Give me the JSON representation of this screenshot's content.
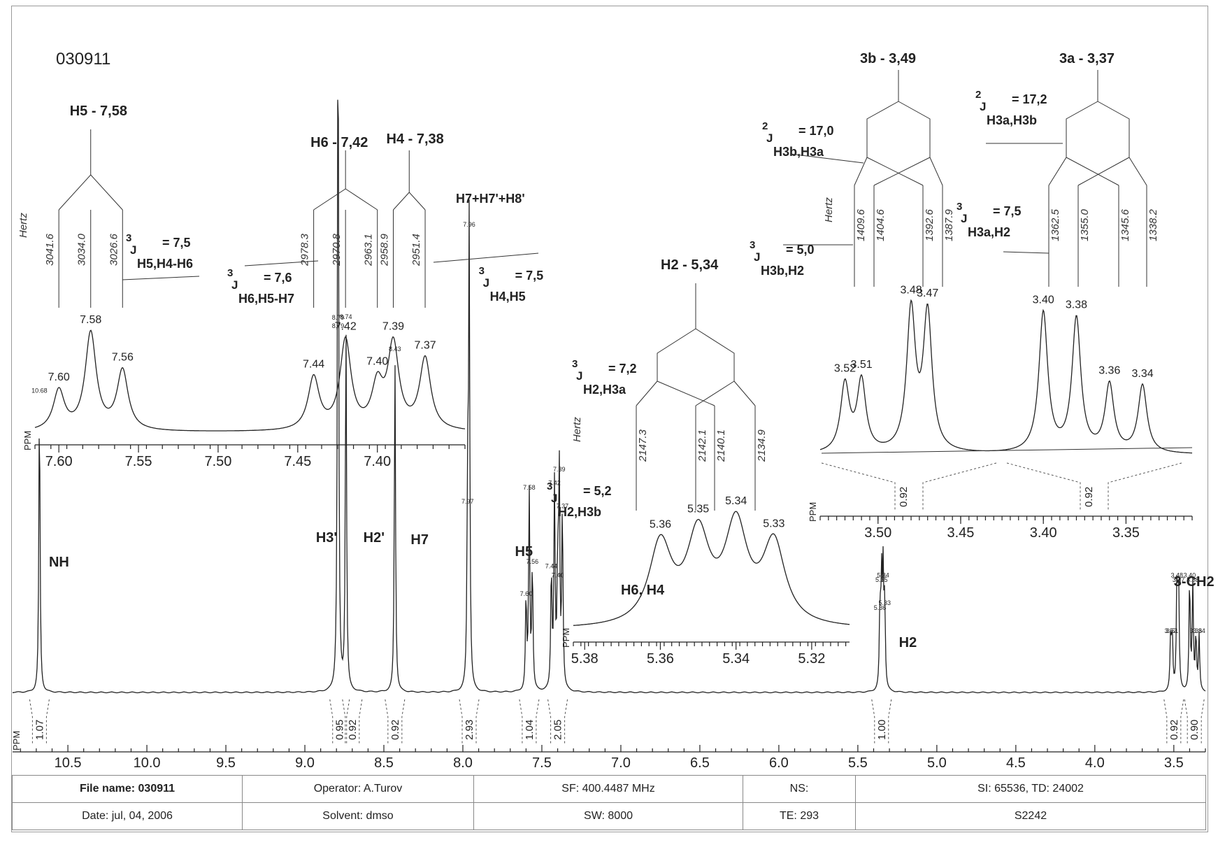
{
  "chart_data": {
    "type": "line",
    "title": "030911",
    "xlabel": "PPM",
    "xlim": [
      10.85,
      3.3
    ],
    "x_ticks": [
      "10.5",
      "10.0",
      "9.5",
      "9.0",
      "8.5",
      "8.0",
      "7.5",
      "7.0",
      "6.5",
      "6.0",
      "5.5",
      "5.0",
      "4.5",
      "4.0",
      "3.5"
    ],
    "peaks": [
      {
        "ppm": 10.68,
        "label": "10.68",
        "rel_height": 0.64
      },
      {
        "ppm": 8.79,
        "label": "8.79",
        "rel_height": 0.78
      },
      {
        "ppm": 8.79,
        "label": "8.79",
        "rel_height": 0.78
      },
      {
        "ppm": 8.74,
        "label": "8.74",
        "rel_height": 0.8
      },
      {
        "ppm": 8.43,
        "label": "8.43",
        "rel_height": 0.73
      },
      {
        "ppm": 7.97,
        "label": "7.97",
        "rel_height": 0.4
      },
      {
        "ppm": 7.96,
        "label": "7.96",
        "rel_height": 1.0
      },
      {
        "ppm": 7.6,
        "label": "7.60",
        "rel_height": 0.2
      },
      {
        "ppm": 7.58,
        "label": "7.58",
        "rel_height": 0.43
      },
      {
        "ppm": 7.56,
        "label": "7.56",
        "rel_height": 0.27
      },
      {
        "ppm": 7.44,
        "label": "7.44",
        "rel_height": 0.26
      },
      {
        "ppm": 7.42,
        "label": "7.42",
        "rel_height": 0.44
      },
      {
        "ppm": 7.4,
        "label": "7.40",
        "rel_height": 0.24
      },
      {
        "ppm": 7.39,
        "label": "7.39",
        "rel_height": 0.47
      },
      {
        "ppm": 7.37,
        "label": "7.37",
        "rel_height": 0.39
      },
      {
        "ppm": 5.36,
        "label": "5.36",
        "rel_height": 0.17
      },
      {
        "ppm": 5.35,
        "label": "5.35",
        "rel_height": 0.23
      },
      {
        "ppm": 5.34,
        "label": "5.34",
        "rel_height": 0.24
      },
      {
        "ppm": 5.33,
        "label": "5.33",
        "rel_height": 0.18
      },
      {
        "ppm": 3.52,
        "label": "3.52",
        "rel_height": 0.12
      },
      {
        "ppm": 3.51,
        "label": "3.51",
        "rel_height": 0.12
      },
      {
        "ppm": 3.48,
        "label": "3.48",
        "rel_height": 0.24
      },
      {
        "ppm": 3.47,
        "label": "3.47",
        "rel_height": 0.23
      },
      {
        "ppm": 3.4,
        "label": "3.40",
        "rel_height": 0.24
      },
      {
        "ppm": 3.38,
        "label": "3.38",
        "rel_height": 0.23
      },
      {
        "ppm": 3.36,
        "label": "3.36",
        "rel_height": 0.12
      },
      {
        "ppm": 3.34,
        "label": "3.34",
        "rel_height": 0.12
      }
    ],
    "assignments": [
      {
        "ppm": 10.62,
        "label": "NH"
      },
      {
        "ppm": 8.93,
        "label": "H3'"
      },
      {
        "ppm": 8.63,
        "label": "H2'"
      },
      {
        "ppm": 8.33,
        "label": "H7"
      },
      {
        "ppm": 7.67,
        "label": "H5"
      },
      {
        "ppm": 7.0,
        "label": "H6, H4"
      },
      {
        "ppm": 5.24,
        "label": "H2"
      },
      {
        "ppm": 3.5,
        "label": "3-CH2"
      }
    ],
    "integrals": [
      {
        "ppm": 10.68,
        "value": "1.07"
      },
      {
        "ppm": 8.78,
        "value": "0.95"
      },
      {
        "ppm": 8.7,
        "value": "0.92"
      },
      {
        "ppm": 8.43,
        "value": "0.92"
      },
      {
        "ppm": 7.96,
        "value": "2.93"
      },
      {
        "ppm": 7.58,
        "value": "1.04"
      },
      {
        "ppm": 7.4,
        "value": "2.05"
      },
      {
        "ppm": 5.35,
        "value": "1.00"
      },
      {
        "ppm": 3.5,
        "value": "0.92"
      },
      {
        "ppm": 3.37,
        "value": "0.90"
      }
    ],
    "insets": [
      {
        "xlabel": "PPM",
        "xlim": [
          7.615,
          7.345
        ],
        "x_ticks": [
          "7.60",
          "7.55",
          "7.50",
          "7.45",
          "7.40"
        ],
        "peaks": [
          {
            "ppm": 7.6,
            "label": "7.60"
          },
          {
            "ppm": 7.58,
            "label": "7.58"
          },
          {
            "ppm": 7.56,
            "label": "7.56"
          },
          {
            "ppm": 7.44,
            "label": "7.44"
          },
          {
            "ppm": 7.42,
            "label": "7.42"
          },
          {
            "ppm": 7.4,
            "label": "7.40"
          },
          {
            "ppm": 7.39,
            "label": "7.39"
          },
          {
            "ppm": 7.37,
            "label": "7.37"
          }
        ],
        "multiplets": [
          {
            "label": "H5 - 7,58",
            "hertz": [
              "3041.6",
              "3034.0",
              "3026.6"
            ],
            "couplings": [
              {
                "sup": "3",
                "j": "J",
                "value": "= 7,5",
                "sub": "H5,H4-H6"
              }
            ]
          },
          {
            "label": "H6 - 7,42",
            "hertz": [
              "2978.3",
              "2970.8",
              "2963.1"
            ],
            "couplings": [
              {
                "sup": "3",
                "j": "J",
                "value": "= 7,6",
                "sub": "H6,H5-H7"
              }
            ]
          },
          {
            "label": "H4 - 7,38",
            "hertz": [
              "2958.9",
              "2951.4"
            ],
            "couplings": []
          }
        ],
        "hertz_label": "Hertz"
      },
      {
        "xlabel": "PPM",
        "xlim": [
          5.383,
          5.31
        ],
        "x_ticks": [
          "5.38",
          "5.36",
          "5.34",
          "5.32"
        ],
        "peaks": [
          {
            "ppm": 5.36,
            "label": "5.36"
          },
          {
            "ppm": 5.35,
            "label": "5.35"
          },
          {
            "ppm": 5.34,
            "label": "5.34"
          },
          {
            "ppm": 5.33,
            "label": "5.33"
          }
        ],
        "multiplets": [
          {
            "label": "H2 - 5,34",
            "hertz": [
              "2147.3",
              "2142.1",
              "2140.1",
              "2134.9"
            ],
            "couplings": [
              {
                "sup": "3",
                "j": "J",
                "value": "= 7,2",
                "sub": "H2,H3a"
              },
              {
                "sup": "3",
                "j": "J",
                "value": "= 5,2",
                "sub": "H2,H3b"
              }
            ]
          }
        ],
        "hertz_label": "Hertz"
      },
      {
        "xlabel": "PPM",
        "xlim": [
          3.535,
          3.31
        ],
        "x_ticks": [
          "3.50",
          "3.45",
          "3.40",
          "3.35"
        ],
        "peaks": [
          {
            "ppm": 3.52,
            "label": "3.52"
          },
          {
            "ppm": 3.51,
            "label": "3.51"
          },
          {
            "ppm": 3.48,
            "label": "3.48"
          },
          {
            "ppm": 3.47,
            "label": "3.47"
          },
          {
            "ppm": 3.4,
            "label": "3.40"
          },
          {
            "ppm": 3.38,
            "label": "3.38"
          },
          {
            "ppm": 3.36,
            "label": "3.36"
          },
          {
            "ppm": 3.34,
            "label": "3.34"
          }
        ],
        "integrals": [
          "0.92",
          "0.92"
        ],
        "multiplets": [
          {
            "label": "3b - 3,49",
            "hertz": [
              "1409.6",
              "1404.6",
              "1392.6",
              "1387.9"
            ],
            "couplings": [
              {
                "sup": "2",
                "j": "J",
                "value": "= 17,0",
                "sub": "H3b,H3a"
              },
              {
                "sup": "3",
                "j": "J",
                "value": "= 5,0",
                "sub": "H3b,H2"
              }
            ]
          },
          {
            "label": "3a - 3,37",
            "hertz": [
              "1362.5",
              "1355.0",
              "1345.6",
              "1338.2"
            ],
            "couplings": [
              {
                "sup": "2",
                "j": "J",
                "value": "= 17,2",
                "sub": "H3a,H3b"
              },
              {
                "sup": "3",
                "j": "J",
                "value": "= 7,5",
                "sub": "H3a,H2"
              }
            ]
          }
        ],
        "hertz_label": "Hertz"
      }
    ],
    "extra_labels": {
      "H7_group": "H7+H7'+H8'",
      "coupling_H4_H5": {
        "sup": "3",
        "j": "J",
        "value": "= 7,5",
        "sub": "H4,H5"
      }
    }
  },
  "info_table": {
    "row1": [
      "File name: 030911",
      "Operator: A.Turov",
      "SF: 400.4487 MHz",
      "NS:",
      "SI: 65536, TD: 24002"
    ],
    "row2": [
      "Date: jul, 04, 2006",
      "Solvent: dmso",
      "SW: 8000",
      "TE: 293",
      "S2242"
    ]
  }
}
